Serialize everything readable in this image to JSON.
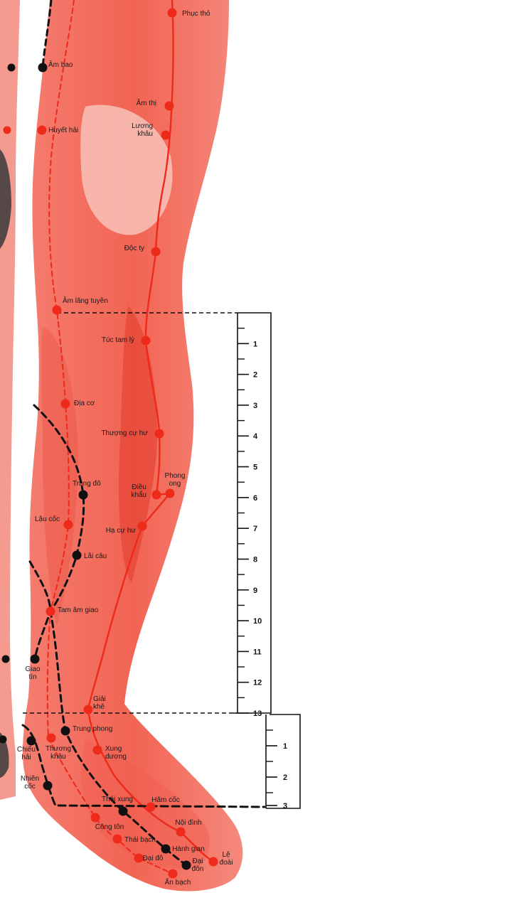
{
  "colors": {
    "skin": "#f26a5c",
    "skin_dark": "#e34a3e",
    "skin_light": "#f7a79b",
    "meridian_red": "#ee2a1b",
    "meridian_black": "#111111",
    "background": "#ffffff"
  },
  "points": [
    {
      "key": "phuc_tho",
      "label": "Phục thỏ",
      "color": "red"
    },
    {
      "key": "am_bao",
      "label": "Âm bao",
      "color": "black"
    },
    {
      "key": "am_thi",
      "label": "Âm thị",
      "color": "red"
    },
    {
      "key": "luong_khau",
      "label": "Lương khâu",
      "color": "red",
      "lines": [
        "Lương",
        "khâu"
      ]
    },
    {
      "key": "huyet_hai",
      "label": "Huyết hải",
      "color": "red"
    },
    {
      "key": "doc_ty",
      "label": "Độc ty",
      "color": "red"
    },
    {
      "key": "am_lang_tuyen",
      "label": "Âm lăng tuyền",
      "color": "red"
    },
    {
      "key": "tuc_tam_ly",
      "label": "Túc tam lý",
      "color": "red"
    },
    {
      "key": "dia_co",
      "label": "Địa cơ",
      "color": "red"
    },
    {
      "key": "thuong_cu_hu",
      "label": "Thượng cự hư",
      "color": "red"
    },
    {
      "key": "phong_ong",
      "label": "Phong ong",
      "color": "red",
      "lines": [
        "Phong",
        "ong"
      ]
    },
    {
      "key": "trung_do",
      "label": "Trung đô",
      "color": "black"
    },
    {
      "key": "dieu_khau",
      "label": "Điều khẩu",
      "color": "red",
      "lines": [
        "Điều",
        "khẩu"
      ]
    },
    {
      "key": "lau_coc",
      "label": "Lậu cốc",
      "color": "red"
    },
    {
      "key": "ha_cu_hu",
      "label": "Hạ cự hư",
      "color": "red"
    },
    {
      "key": "lai_cau",
      "label": "Lãi câu",
      "color": "black"
    },
    {
      "key": "tam_am_giao",
      "label": "Tam âm giao",
      "color": "red"
    },
    {
      "key": "giao_tin",
      "label": "Giao tín",
      "color": "black",
      "lines": [
        "Giao",
        "tín"
      ]
    },
    {
      "key": "giai_khe",
      "label": "Giải khê",
      "color": "red",
      "lines": [
        "Giải",
        "khê"
      ]
    },
    {
      "key": "trung_phong",
      "label": "Trung phong",
      "color": "black"
    },
    {
      "key": "chieu_hai",
      "label": "Chiếu hải",
      "color": "black",
      "lines": [
        "Chiếu",
        "hải"
      ]
    },
    {
      "key": "thuong_khau",
      "label": "Thương khâu",
      "color": "red",
      "lines": [
        "Thương",
        "khâu"
      ]
    },
    {
      "key": "xung_duong",
      "label": "Xung dương",
      "color": "red",
      "lines": [
        "Xung",
        "dương"
      ]
    },
    {
      "key": "nhien_coc",
      "label": "Nhiên cốc",
      "color": "black",
      "lines": [
        "Nhiên",
        "cốc"
      ]
    },
    {
      "key": "thai_xung",
      "label": "Thái xung",
      "color": "black"
    },
    {
      "key": "ham_coc",
      "label": "Hãm cốc",
      "color": "red"
    },
    {
      "key": "cong_ton",
      "label": "Công tôn",
      "color": "red"
    },
    {
      "key": "noi_dinh",
      "label": "Nội đình",
      "color": "red"
    },
    {
      "key": "thai_bach",
      "label": "Thái bạch",
      "color": "red"
    },
    {
      "key": "hanh_gian",
      "label": "Hành gian",
      "color": "black"
    },
    {
      "key": "le_doai",
      "label": "Lệ đoài",
      "color": "red",
      "lines": [
        "Lệ",
        "đoài"
      ]
    },
    {
      "key": "dai_do",
      "label": "Đại đô",
      "color": "red"
    },
    {
      "key": "dai_don",
      "label": "Đại đôn",
      "color": "black",
      "lines": [
        "Đại",
        "đôn"
      ]
    },
    {
      "key": "an_bach",
      "label": "Ẩn bạch",
      "color": "red"
    }
  ],
  "scale_leg": {
    "ticks": [
      "1",
      "2",
      "3",
      "4",
      "5",
      "6",
      "7",
      "8",
      "9",
      "10",
      "11",
      "12",
      "13"
    ]
  },
  "scale_foot": {
    "ticks": [
      "1",
      "2",
      "3"
    ]
  }
}
